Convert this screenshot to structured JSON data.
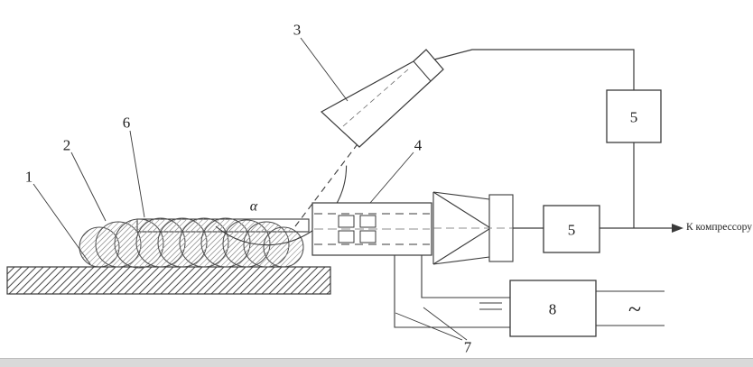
{
  "diagram": {
    "callouts": {
      "substrate": "1",
      "coating_bead": "2",
      "spray_torch": "3",
      "gun_unit": "4",
      "valve_top": "5",
      "valve_mid": "5",
      "strip_layer": "6",
      "wires": "7",
      "power_source": "8"
    },
    "annotations": {
      "spray_angle": "α",
      "ac_symbol": "~",
      "to_compressor": "К компрессору"
    },
    "colors": {
      "ink": "#3a3a3a",
      "background": "#ffffff",
      "bottom_bar": "#d9d9d9"
    }
  }
}
